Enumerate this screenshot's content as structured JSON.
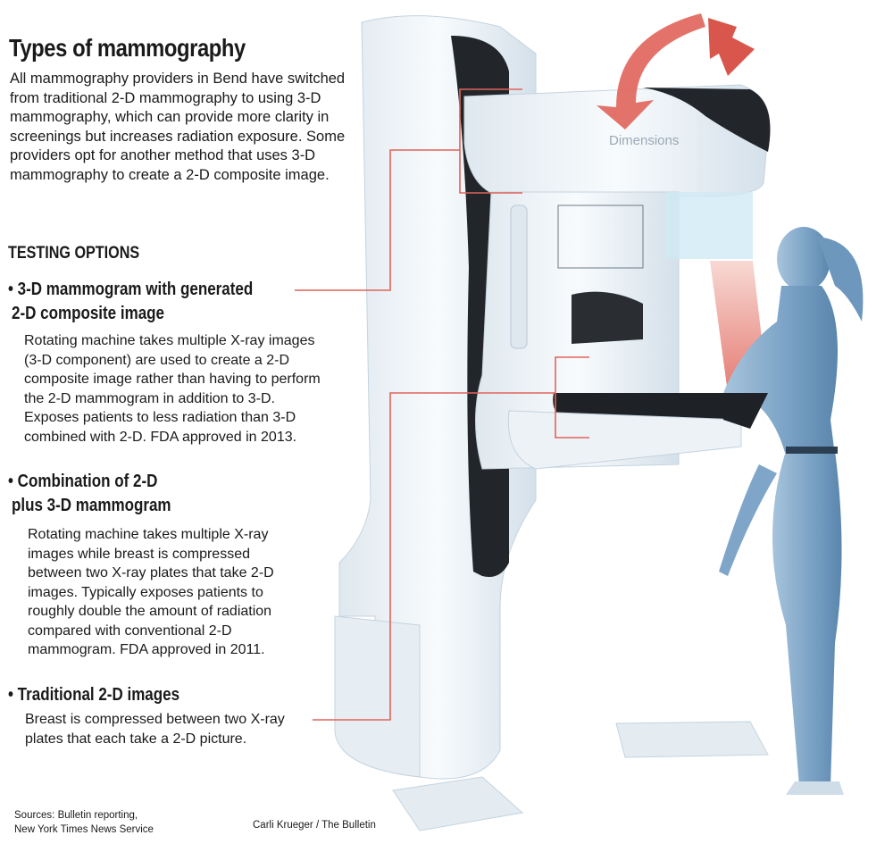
{
  "title": "Types of mammography",
  "intro": "All mammography providers in Bend have switched from traditional 2-D mammography to using 3-D mammography, which can provide more clarity in screenings but increases radiation exposure. Some providers opt for another method that uses 3-D mammography to create a 2-D composite image.",
  "section_heading": "TESTING OPTIONS",
  "options": [
    {
      "heading_line1": "• 3-D mammogram with generated",
      "heading_line2": "2-D composite image",
      "body": "Rotating machine takes multiple X-ray images (3-D component) are used to create a 2-D composite image rather than having to perform the 2-D mammogram in addition to 3-D. Exposes patients to less radiation than 3-D combined with 2-D. FDA approved in 2013."
    },
    {
      "heading_line1": "• Combination of 2-D",
      "heading_line2": "plus 3-D mammogram",
      "body": "Rotating machine takes multiple X-ray images while breast is compressed between two X-ray plates that take 2-D images. Typically exposes patients to roughly double the amount of radiation compared with conventional 2-D mammogram. FDA approved in 2011."
    },
    {
      "heading_line1": "• Traditional 2-D images",
      "body": "Breast is compressed between two X-ray plates that each take a 2-D picture."
    }
  ],
  "sources_line1": "Sources: Bulletin reporting,",
  "sources_line2": "New York Times News Service",
  "credit": "Carli Krueger / The Bulletin",
  "machine_logo": "Dimensions",
  "colors": {
    "accent": "#e0645a",
    "figure": "#7fa6c8",
    "machine": "#eef3f7",
    "dark": "#1e2226"
  }
}
